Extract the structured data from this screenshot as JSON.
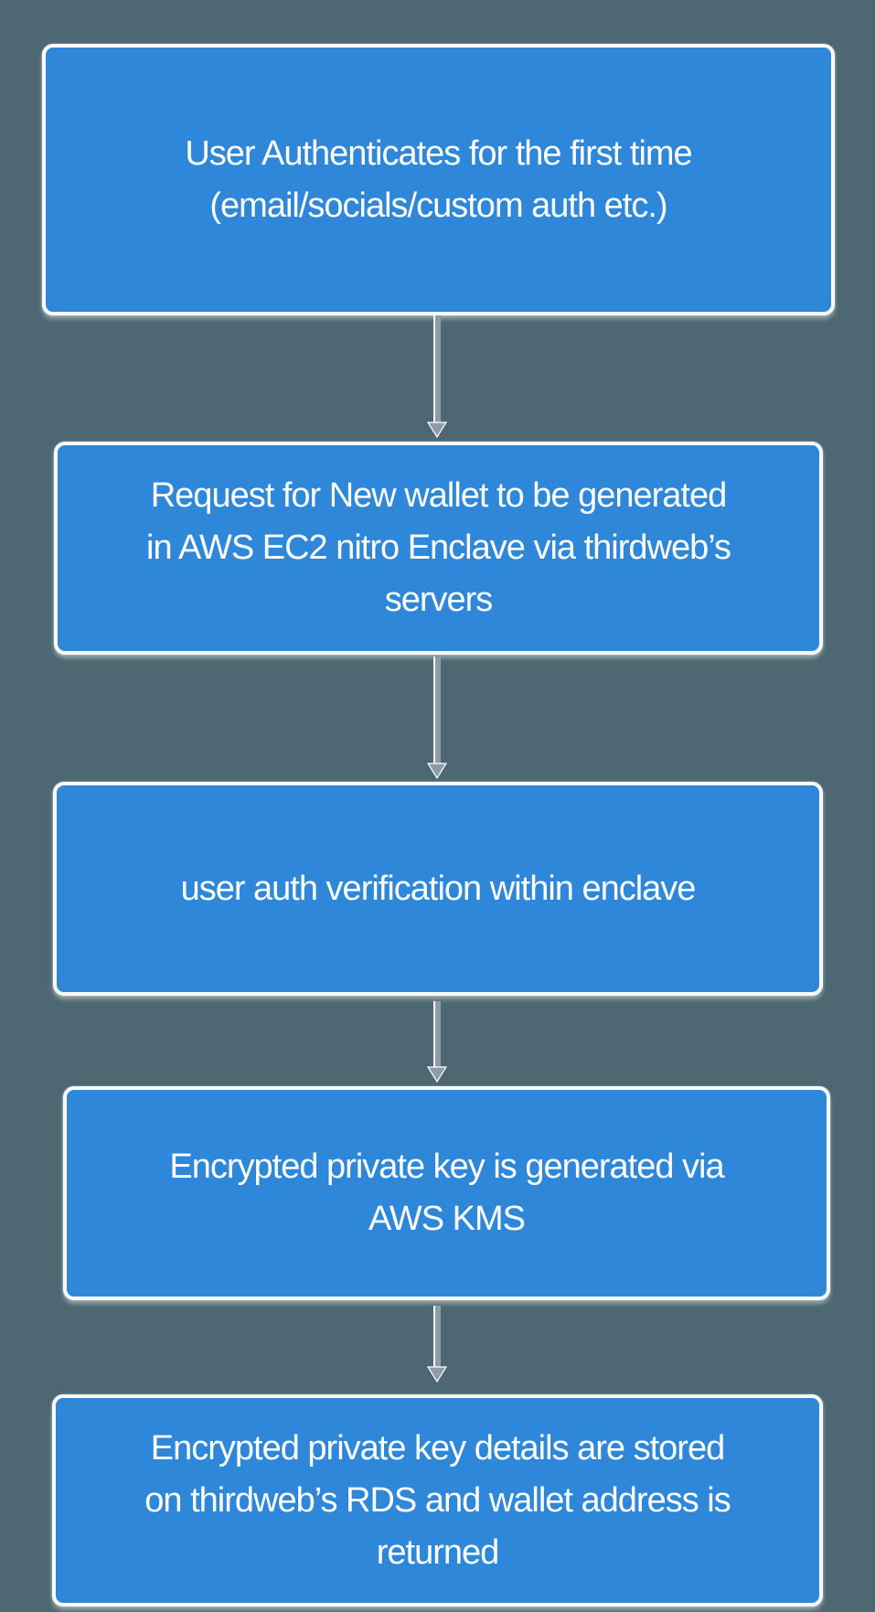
{
  "diagram": {
    "type": "flowchart",
    "orientation": "top-down",
    "colors": {
      "background": "#4d6872",
      "node_fill": "#2e87d8",
      "node_border": "#fafafa",
      "node_text": "#ffffff",
      "arrow": "#8d9cab"
    },
    "steps": [
      {
        "id": 1,
        "text": "User Authenticates for the first time\n(email/socials/custom auth etc.)"
      },
      {
        "id": 2,
        "text": "Request for New wallet to be generated\nin AWS EC2 nitro Enclave via thirdweb’s\nservers"
      },
      {
        "id": 3,
        "text": "user auth verification within enclave"
      },
      {
        "id": 4,
        "text": "Encrypted private key is generated via\nAWS KMS"
      },
      {
        "id": 5,
        "text": "Encrypted private key details are stored\non thirdweb’s RDS and wallet address is\nreturned"
      }
    ],
    "connections": [
      {
        "from": 1,
        "to": 2
      },
      {
        "from": 2,
        "to": 3
      },
      {
        "from": 3,
        "to": 4
      },
      {
        "from": 4,
        "to": 5
      }
    ]
  }
}
